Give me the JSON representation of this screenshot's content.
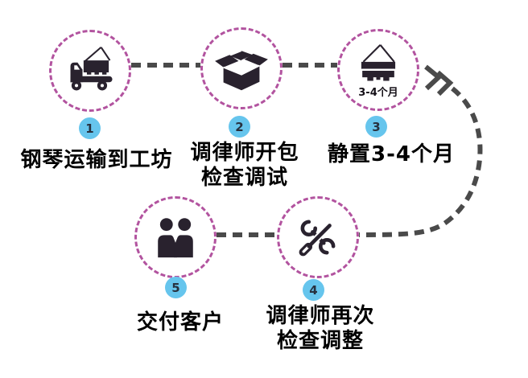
{
  "diagram_type": "process-flow",
  "steps": [
    {
      "number": "1",
      "icon": "piano-truck-icon",
      "label_line1": "钢琴运输到工坊",
      "label_line2": ""
    },
    {
      "number": "2",
      "icon": "open-box-icon",
      "label_line1": "调律师开包",
      "label_line2": "检查调试"
    },
    {
      "number": "3",
      "icon": "piano-icon",
      "label_line1": "静置3-4个月",
      "label_line2": "",
      "icon_caption": "3-4个月"
    },
    {
      "number": "4",
      "icon": "tools-icon",
      "label_line1": "调律师再次",
      "label_line2": "检查调整"
    },
    {
      "number": "5",
      "icon": "handshake-people-icon",
      "label_line1": "交付客户",
      "label_line2": ""
    }
  ],
  "colors": {
    "node_border": "#b2539f",
    "connector": "#4a4a4a",
    "badge_bg": "#66c5ed",
    "badge_text": "#27313f",
    "icon": "#29222e",
    "label_text": "#000000"
  }
}
